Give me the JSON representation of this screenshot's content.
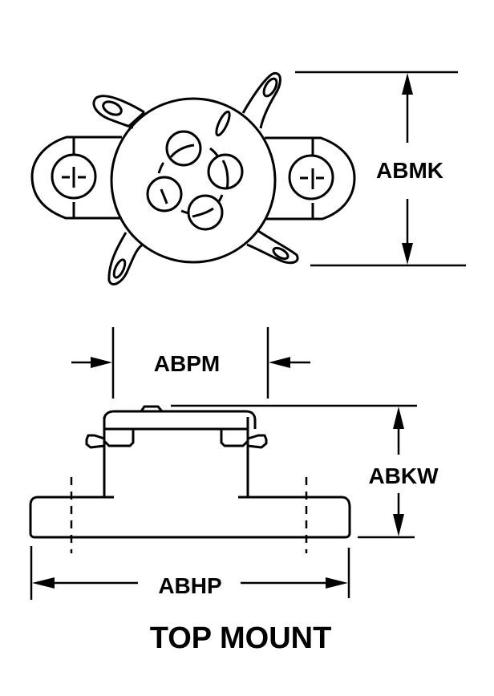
{
  "drawing": {
    "title": "TOP MOUNT",
    "dimensions": {
      "height_top_view": "ABMK",
      "body_width": "ABPM",
      "overall_height": "ABKW",
      "base_length": "ABHP"
    },
    "colors": {
      "line": "#000000",
      "background": "#ffffff"
    }
  }
}
